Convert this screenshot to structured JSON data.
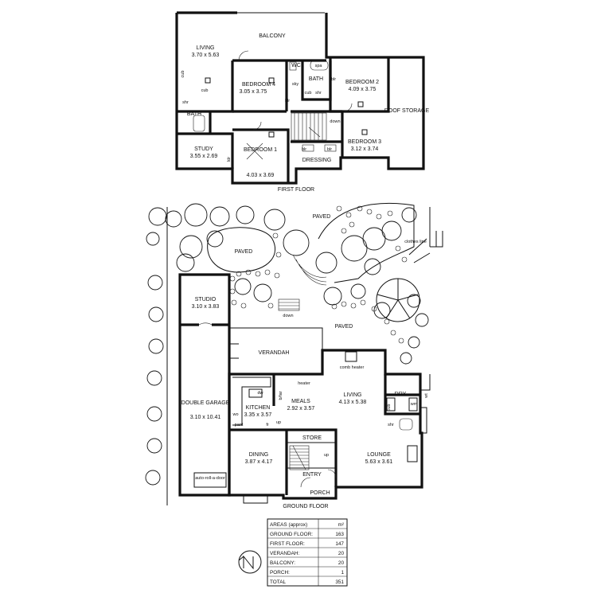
{
  "first_floor": {
    "title": "FIRST FLOOR",
    "balcony": "BALCONY",
    "living": {
      "name": "LIVING",
      "dims": "3.70 x 5.63"
    },
    "bedroom4": {
      "name": "BEDROOM 4",
      "dims": "3.05 x 3.75"
    },
    "wc": "WC",
    "spa": "spa",
    "bath_upper": "BATH",
    "bedroom2": {
      "name": "BEDROOM 2",
      "dims": "4.09 x 3.75"
    },
    "roof_storage": "ROOF STORAGE",
    "bath_left": "BATH",
    "study": {
      "name": "STUDY",
      "dims": "3.55 x 2.69"
    },
    "bedroom1": {
      "name": "BEDROOM 1",
      "dims": "4.03 x 3.69"
    },
    "bedroom3": {
      "name": "BEDROOM 3",
      "dims": "3.12 x 3.74"
    },
    "dressing": "DRESSING",
    "down": "down",
    "small": {
      "cub1": "cub",
      "cub2": "cub",
      "shr1": "shr",
      "shr2": "shr",
      "sky": "sky",
      "blr1": "blr",
      "blr2": "blr",
      "blr3": "blr",
      "blr4": "blr",
      "cub3": "cub",
      "ldr": "ldr"
    }
  },
  "ground_floor": {
    "title": "GROUND FLOOR",
    "paved_top": "PAVED",
    "paved_left": "PAVED",
    "paved_mid": "PAVED",
    "clothes_line": "clothes line",
    "down": "down",
    "studio": {
      "name": "STUDIO",
      "dims": "3.10 x 3.83"
    },
    "verandah": "VERANDAH",
    "comb_heater": "comb heater",
    "heater": "heater",
    "double_garage": {
      "name": "DOUBLE GARAGE",
      "dims": "3.10 x 10.41"
    },
    "auto_door": "auto-roll-a-door",
    "kitchen": {
      "name": "KITCHEN",
      "dims": "3.35 x 3.57"
    },
    "meals": {
      "name": "MEALS",
      "dims": "2.92 x 3.57"
    },
    "living": {
      "name": "LIVING",
      "dims": "4.13 x 5.38"
    },
    "dry": "DRY",
    "dining": {
      "name": "DINING",
      "dims": "3.87 x 4.17"
    },
    "store": "STORE",
    "lounge": {
      "name": "LOUNGE",
      "dims": "5.63 x 3.61"
    },
    "entry": "ENTRY",
    "porch": "PORCH",
    "up1": "up",
    "up2": "up",
    "small": {
      "dw": "dw",
      "bfar": "b/far",
      "wo": "wo",
      "pant": "pant",
      "fr": "fr",
      "cub": "cub",
      "wm": "wm",
      "shr": "shr",
      "wt": "wt"
    }
  },
  "areas": {
    "header": "AREAS (approx)",
    "unit": "m²",
    "rows": [
      {
        "label": "GROUND FLOOR:",
        "value": "163"
      },
      {
        "label": "FIRST FLOOR:",
        "value": "147"
      },
      {
        "label": "VERANDAH:",
        "value": "20"
      },
      {
        "label": "BALCONY:",
        "value": "20"
      },
      {
        "label": "PORCH:",
        "value": "1"
      },
      {
        "label": "TOTAL",
        "value": "351"
      }
    ]
  },
  "compass": {
    "letter": "N",
    "icon": "north-arrow-icon"
  }
}
